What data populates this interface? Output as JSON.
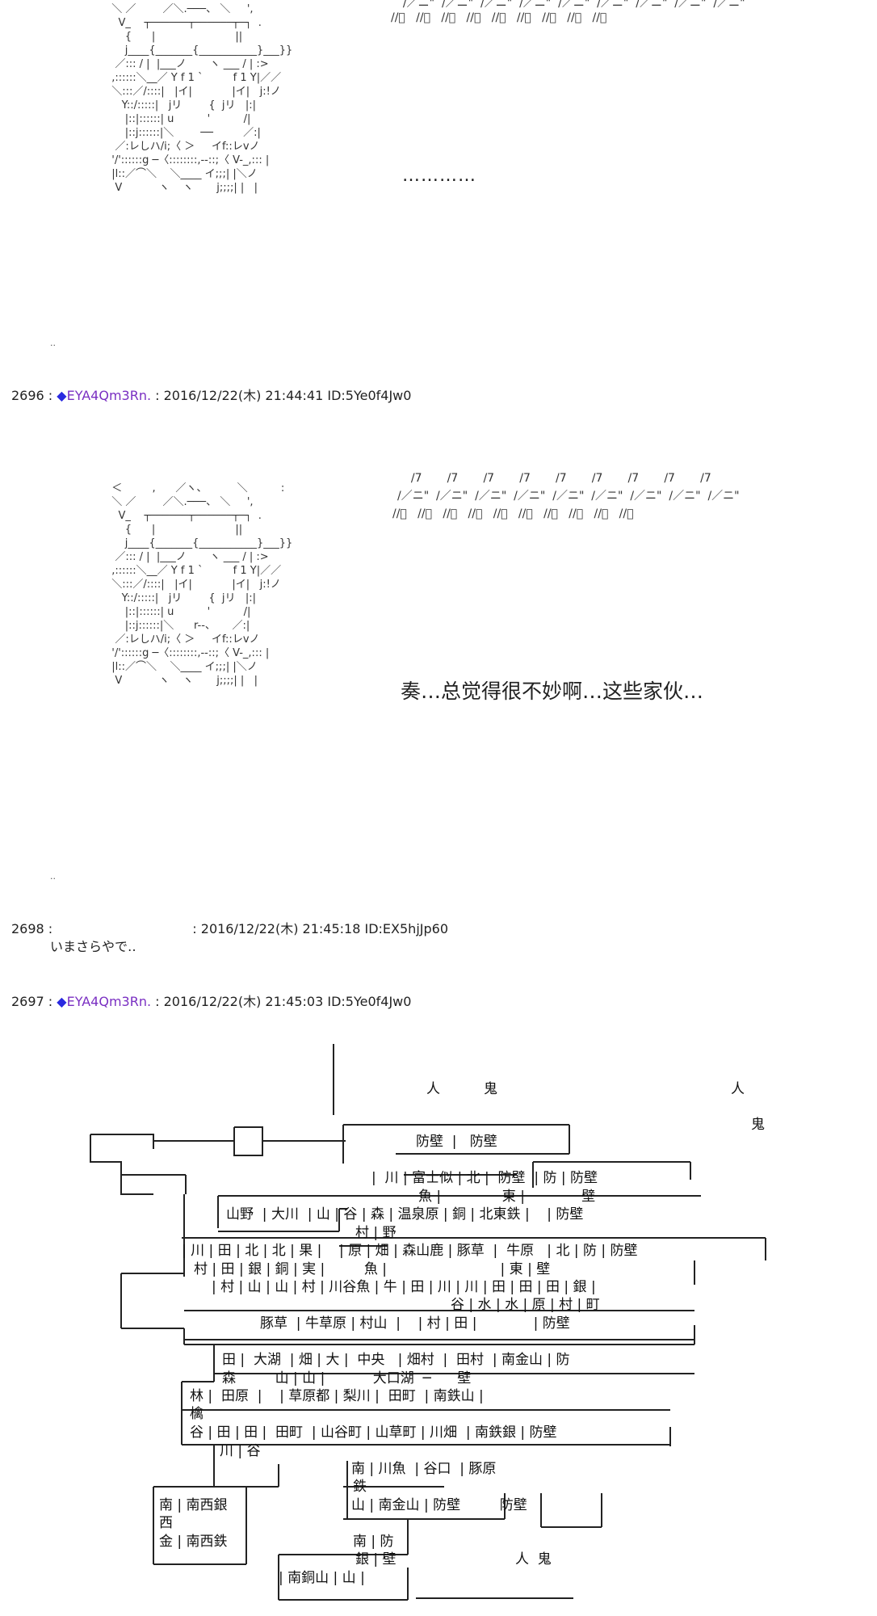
{
  "top_panel": {
    "ascii_art": "  ＜         ,      ／ヽ、         ＼          :\n  ＼ ／        ／＼.───、 ＼     ',\n    V_    ┬──────┬──────┬─┐  .\n      {      |                        ||\n      j____{_______{___________}___}}\n   ／::: / |  |___ノ       ヽ ___ / | :>\n  ,::::::＼__／ Y f 1 `         f 1 Y|／／\n  ＼:::／/::::|   |イ|            |イ|   j:!ノ\n     Y::/:::::|   jリ        {  jリ   |:|\n      |::|::::::| u          '          /|\n      |::j::::::|＼        ──         ／:|\n   ／:レしハ/i;〈 ＞     イf::レvノ\n  '/'::::::g ─〈::::::::,--::;〈 V-_,::: |\n  |l::／⌒＼    ＼____ イ;;;| |＼ノ\n   V           ヽ    ヽ       j;;;;| |   |",
    "sfx_lines": [
      "  /／ニ\"  /／ニ\"  /／ニ\"  /／ニ\"  /／ニ\"  /／ニ\"  /／ニ\"  /／ニ\"  /／ニ\"",
      "//ﾞ   //ﾞ   //ﾞ   //ﾞ   //ﾞ   //ﾞ   //ﾞ   //ﾞ   //ﾞ"
    ],
    "dialog": "…………",
    "small_marks": ".."
  },
  "post_2696": {
    "number": "2696",
    "sep": " : ",
    "diamond": "◆",
    "name": "EYA4Qm3Rn.",
    "meta": " : 2016/12/22(木) 21:44:41 ID:5Ye0f4Jw0"
  },
  "middle_panel": {
    "ascii_art": "  ＜         ,      ／ヽ、         ＼          :\n  ＼ ／        ／＼.───、 ＼     ',\n    V_    ┬──────┬──────┬─┐  .\n      {      |                        ||\n      j____{_______{___________}___}}\n   ／::: / |  |___ノ       ヽ ___ / | :>\n  ,::::::＼__／ Y f 1 `         f 1 Y|／／\n  ＼:::／/::::|   |イ|            |イ|   j:!ノ\n     Y::/:::::|   jリ        {  jリ   |:|\n      |::|::::::| u          '          /|\n      |::j::::::|＼      r--、     ／:|\n   ／:レしハ/i;〈 ＞     イf::レvノ\n  '/'::::::g ─〈::::::::,--::;〈 V-_,::: |\n  |l::／⌒＼    ＼____ イ;;;| |＼ノ\n   V           ヽ    ヽ       j;;;;| |   |",
    "sfx_lines": [
      "  /7       /7       /7       /7       /7       /7       /7       /7       /7",
      "/／ニ\"  /／ニ\"  /／ニ\"  /／ニ\"  /／ニ\"  /／ニ\"  /／ニ\"  /／ニ\"  /／ニ\"",
      "//ﾞ   //ﾞ   //ﾞ   //ﾞ   //ﾞ   //ﾞ   //ﾞ   //ﾞ   //ﾞ   //ﾞ"
    ],
    "dialog": "奏…总觉得很不妙啊…这些家伙…",
    "small_marks": ".."
  },
  "post_2698": {
    "number": "2698",
    "sep": " : ",
    "meta": ": 2016/12/22(木) 21:45:18 ID:EX5hjJp60",
    "body": "いまさらやで‥"
  },
  "post_2697": {
    "number": "2697",
    "sep": " : ",
    "diamond": "◆",
    "name": "EYA4Qm3Rn.",
    "meta": " : 2016/12/22(木) 21:45:03 ID:5Ye0f4Jw0"
  },
  "map": {
    "labels": [
      {
        "id": "oni-1",
        "text": "人          鬼"
      },
      {
        "id": "oni-2",
        "text": "人"
      },
      {
        "id": "oni-3",
        "text": "鬼"
      },
      {
        "id": "r1",
        "text": "防壁  |   防壁"
      },
      {
        "id": "r2",
        "text": "|  川 | 富士似 | 北 |  防壁  | 防 | 防壁"
      },
      {
        "id": "r3",
        "text": "魚 |              東 |             壁"
      },
      {
        "id": "r4",
        "text": "山野  | 大川  | 山 | 谷 | 森 | 温泉原 | 銅 | 北東鉄 |    | 防壁"
      },
      {
        "id": "r5",
        "text": "村 | 野"
      },
      {
        "id": "r6",
        "text": "| 川 | 田 | 北 | 北 | 果 |    | 原 | 畑 | 森山鹿 | 豚草  |  牛原   | 北 | 防 | 防壁"
      },
      {
        "id": "r7",
        "text": "村 | 田 | 銀 | 銅 | 実 |         魚 |                          | 東 | 壁"
      },
      {
        "id": "r8",
        "text": "| 村 | 山 | 山 | 村 | 川谷魚 | 牛 | 田 | 川 | 川 | 田 | 田 | 田 | 銀 |"
      },
      {
        "id": "r9",
        "text": "谷 | 水 | 水 | 原 | 村 | 町"
      },
      {
        "id": "r10",
        "text": "豚草  | 牛草原 | 村山  |    | 村 | 田 |             | 防壁"
      },
      {
        "id": "r11",
        "text": "田 |  大湖  | 畑 | 大 |  中央   | 畑村  |  田村  | 南金山 | 防"
      },
      {
        "id": "r12",
        "text": "森         山 | 山 |           大口湖  ─      壁"
      },
      {
        "id": "r13",
        "text": "林 |  田原  |    | 草原都 | 梨川 |  田町  | 南鉄山 |"
      },
      {
        "id": "r14",
        "text": "檎"
      },
      {
        "id": "r15",
        "text": "谷 | 田 | 田 |  田町  | 山谷町 | 山草町 | 川畑  | 南鉄銀 | 防壁"
      },
      {
        "id": "r16",
        "text": "川 | 谷"
      },
      {
        "id": "r17",
        "text": "南 | 川魚  | 谷口  | 豚原"
      },
      {
        "id": "r18",
        "text": "鉄"
      },
      {
        "id": "r19",
        "text": "山 | 南金山 | 防壁         防壁"
      },
      {
        "id": "r20",
        "text": "南 | 南西銀"
      },
      {
        "id": "r21",
        "text": "西"
      },
      {
        "id": "r22",
        "text": "金 | 南西鉄"
      },
      {
        "id": "r23",
        "text": "南 | 防"
      },
      {
        "id": "r24",
        "text": "銀 | 壁"
      },
      {
        "id": "r25",
        "text": "人  鬼"
      },
      {
        "id": "r26",
        "text": "| 南銅山 | 山 |"
      }
    ]
  }
}
